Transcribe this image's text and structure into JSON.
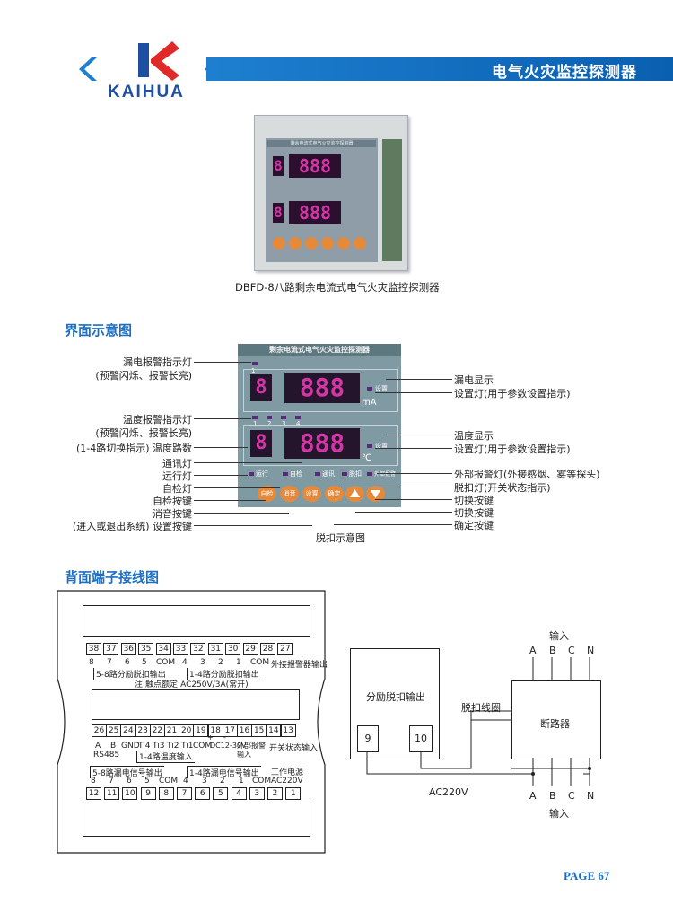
{
  "header": {
    "brand": "KAIHUA",
    "title": "电气火灾监控探测器"
  },
  "product": {
    "caption": "DBFD-8八路剩余电流式电气火灾监控探测器",
    "device_title": "剩余电流式电气火灾监控探测器"
  },
  "section1": {
    "title": "界面示意图",
    "panel_title": "剩余电流式电气火灾监控探测器",
    "left_labels": [
      "漏电报警指示灯",
      "(预警闪烁、报警长亮)",
      "温度报警指示灯",
      "(预警闪烁、报警长亮)",
      "(1-4路切换指示) 温度路数",
      "通讯灯",
      "运行灯",
      "自检灯",
      "自检按键",
      "消音按键",
      "(进入或退出系统) 设置按键"
    ],
    "right_labels": [
      "漏电显示",
      "设置灯(用于参数设置指示)",
      "温度显示",
      "设置灯(用于参数设置指示)",
      "外部报警灯(外接感烟、雾等探头)",
      "脱扣灯(开关状态指示)",
      "切换按键",
      "切换按键",
      "确定按键"
    ],
    "bottom_caption": "脱扣示意图",
    "display": {
      "top_channel": "1",
      "leak_digits": "888",
      "leak_unit": "mA",
      "temp_digits": "888",
      "temp_unit": "℃",
      "set_label": "设置",
      "temp_channels": [
        "1",
        "2",
        "3",
        "4"
      ],
      "indicators": [
        "运行",
        "自检",
        "通讯",
        "脱扣",
        "外部报警"
      ],
      "buttons": [
        "自检",
        "消音",
        "设置",
        "确定"
      ]
    }
  },
  "section2": {
    "title": "背面端子接线图",
    "row1_terms": [
      "38",
      "37",
      "36",
      "35",
      "34",
      "33",
      "32",
      "31",
      "30",
      "29",
      "28",
      "27"
    ],
    "row1_labels": [
      "8",
      "7",
      "6",
      "5",
      "COM",
      "4",
      "3",
      "2",
      "1",
      "COM",
      "外接报警器输出"
    ],
    "row1_group_a": "5-8路分励脱扣输出",
    "row1_group_b": "1-4路分励脱扣输出",
    "row1_note": "注:触点额定:AC250V/3A(常开)",
    "row2_terms": [
      "26",
      "25",
      "24",
      "23",
      "22",
      "21",
      "20",
      "19",
      "18",
      "17",
      "16",
      "15",
      "14",
      "13"
    ],
    "row2_labels": [
      "A",
      "B",
      "GND",
      "Ti4",
      "Ti3",
      "Ti2",
      "Ti1",
      "COM",
      "DC12-30V",
      "外部报警输入",
      "开关状态输入"
    ],
    "row2_plus": "+",
    "row2_minus": "-",
    "row2_rs485": "RS485",
    "row2_group": "1-4路温度输入",
    "row3_group_a": "5-8路漏电信号输出",
    "row3_group_b": "1-4路漏电信号输出",
    "row3_power": "工作电源",
    "row3_labels": [
      "8",
      "7",
      "6",
      "5",
      "COM",
      "4",
      "3",
      "2",
      "1",
      "COM",
      "AC220V"
    ],
    "row3_terms": [
      "12",
      "11",
      "10",
      "9",
      "8",
      "7",
      "6",
      "5",
      "4",
      "3",
      "2",
      "1"
    ],
    "trip": {
      "box_label": "分励脱扣输出",
      "t9": "9",
      "t10": "10",
      "coil": "脱扣线圈",
      "breaker": "断路器",
      "input_top": "输入",
      "input_bottom": "输入",
      "phases": [
        "A",
        "B",
        "C",
        "N"
      ],
      "supply": "AC220V"
    }
  },
  "footer": {
    "page": "PAGE  67"
  },
  "colors": {
    "accent": "#1d6fc4",
    "panel": "#7f9aa3",
    "button": "#e58a3b",
    "digit": "#d237a5"
  }
}
